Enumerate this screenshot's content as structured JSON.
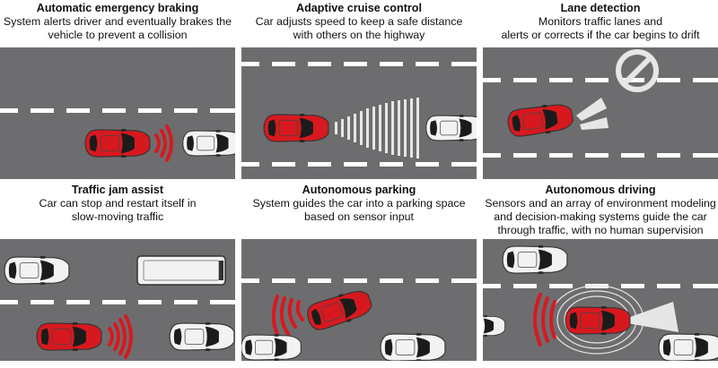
{
  "panels": [
    {
      "title": "Automatic emergency braking",
      "description": [
        "System alerts driver and eventually brakes the",
        "vehicle to prevent a collision"
      ]
    },
    {
      "title": "Adaptive cruise control",
      "description": [
        "Car adjusts speed to keep a safe distance",
        "with others on the highway"
      ]
    },
    {
      "title": "Lane detection",
      "description": [
        "Monitors traffic lanes and",
        "alerts or corrects if the car begins to drift"
      ]
    },
    {
      "title": "Traffic jam assist",
      "description": [
        "Car can stop and restart itself in",
        "slow-moving traffic"
      ]
    },
    {
      "title": "Autonomous parking",
      "description": [
        "System guides the car into a parking space",
        "based on sensor input"
      ]
    },
    {
      "title": "Autonomous driving",
      "description": [
        "Sensors and an array of environment modeling",
        "and decision-making systems guide the car",
        "through traffic, with no human supervision"
      ]
    }
  ],
  "colors": {
    "road": "#6d6d6f",
    "lane_marking": "#ffffff",
    "ego_car": "#d7191f",
    "other_car": "#f2f2f2",
    "sensor_wave": "#d7191f",
    "sensor_beam": "#e6e6e6"
  },
  "icons": [
    "red-car-icon",
    "white-car-icon",
    "white-bus-icon",
    "sensor-wave-icon",
    "no-entry-sign-icon",
    "radar-rings-icon"
  ]
}
